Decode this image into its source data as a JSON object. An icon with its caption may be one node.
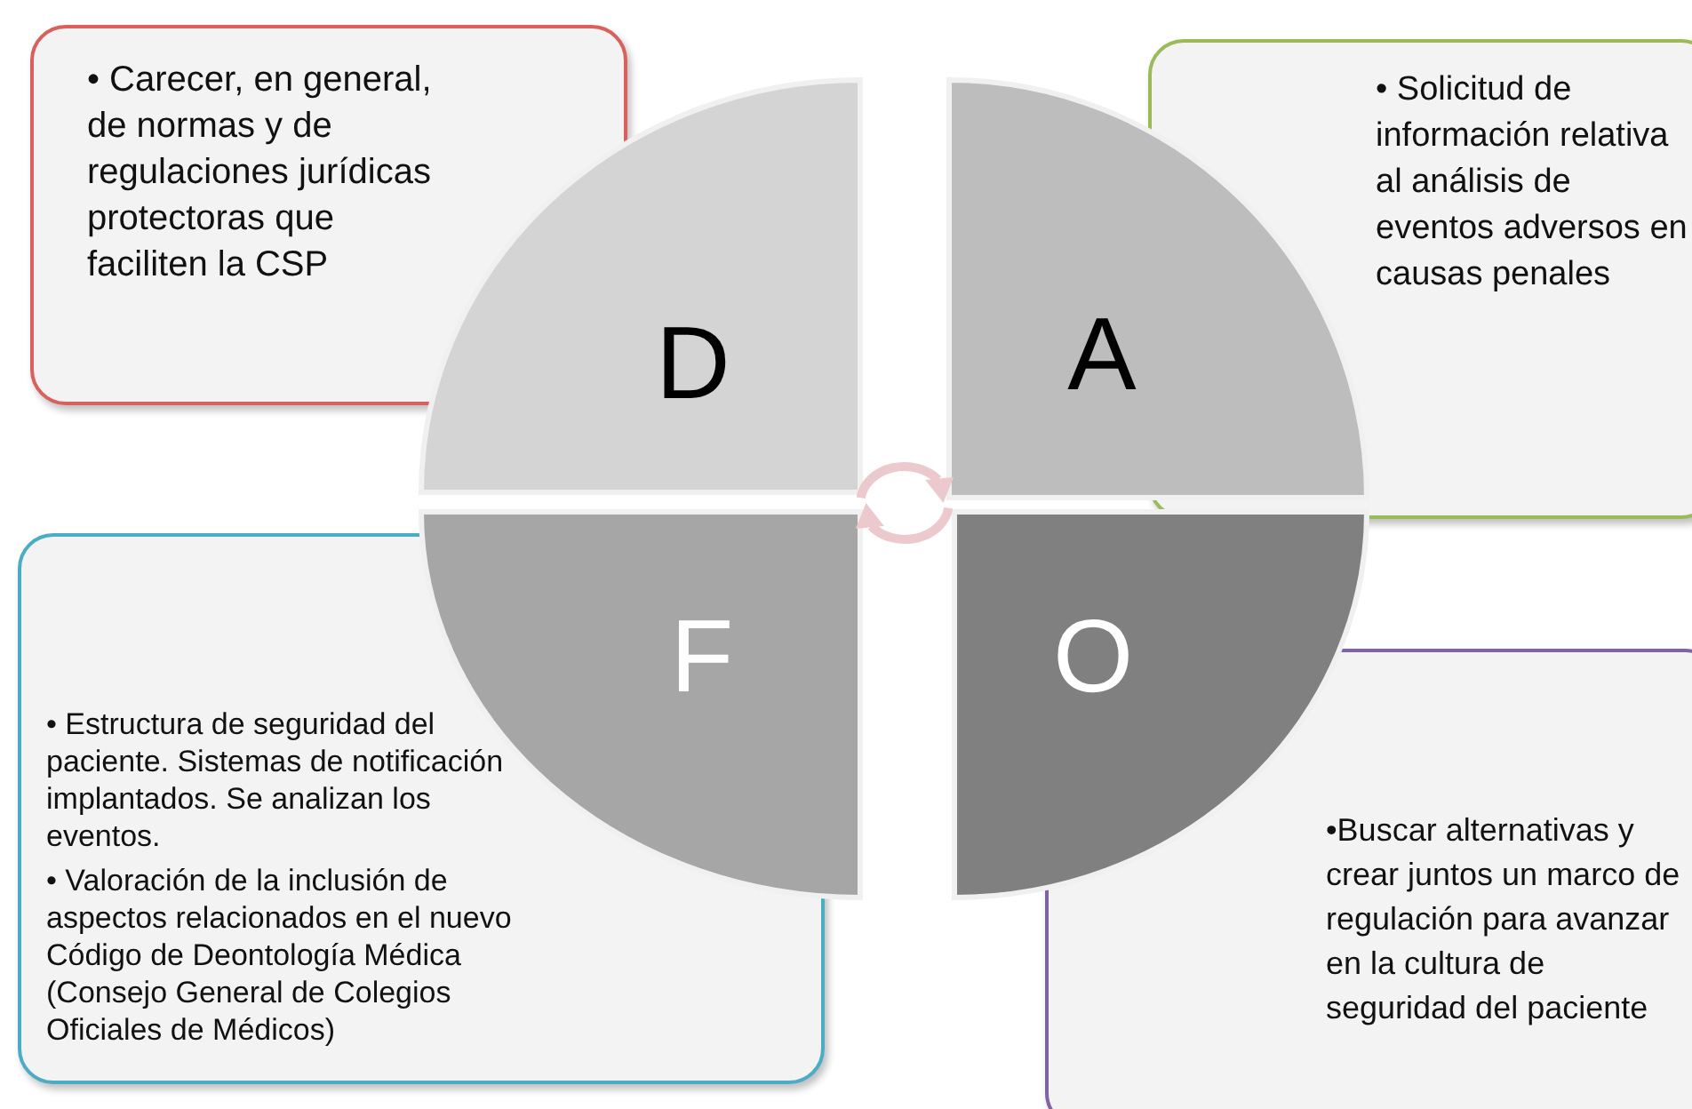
{
  "diagram": {
    "nodes": [
      {
        "text": [
          "• Carecer, en general, de normas y de regulaciones jurídicas protectoras que faciliten la CSP"
        ]
      },
      {
        "text": [
          "D"
        ]
      },
      {
        "text": [
          "A"
        ]
      },
      {
        "text": [
          "• Solicitud de información relativa al análisis de eventos adversos en causas penales"
        ]
      },
      {
        "text": [
          "• Estructura de seguridad del paciente. Sistemas de notificación implantados. Se analizan los eventos.",
          "• Valoración de la inclusión de aspectos relacionados en el nuevo Código de Deontología Médica (Consejo General de Colegios Oficiales de Médicos)"
        ]
      },
      {
        "text": [
          "F"
        ]
      },
      {
        "text": [
          "O"
        ]
      },
      {
        "text": [
          "•Buscar alternativas y crear juntos un marco de regulación para avanzar en la cultura de seguridad del paciente"
        ]
      },
      {
        "text": [],
        "shape": "picture"
      }
    ]
  }
}
